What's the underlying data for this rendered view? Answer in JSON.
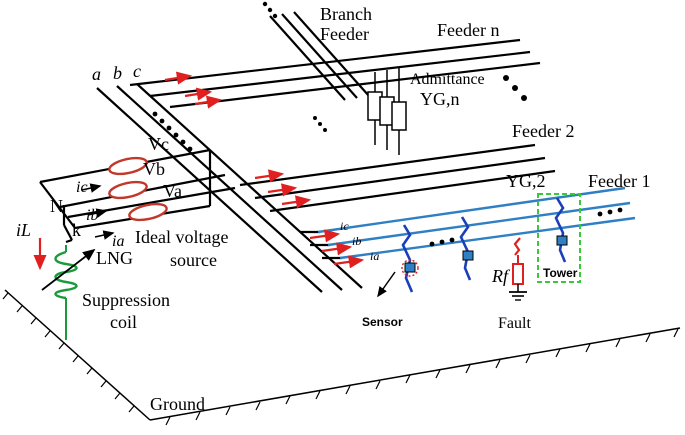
{
  "labels": {
    "phase_a": "a",
    "phase_b": "b",
    "phase_c": "c",
    "branch_feeder_1": "Branch",
    "branch_feeder_2": "Feeder",
    "feeder_n": "Feeder n",
    "admittance": "Admittance",
    "y_gn": "YG,n",
    "feeder_2": "Feeder 2",
    "y_g2": "YG,2",
    "feeder_1": "Feeder 1",
    "vc": "Vc",
    "vb": "Vb",
    "va": "Va",
    "ic": "ic",
    "ib": "ib",
    "ia": "ia",
    "neutral": "N",
    "k": "k",
    "il": "iL",
    "lng": "LNG",
    "ideal_source_1": "Ideal voltage",
    "ideal_source_2": "source",
    "suppression_1": "Suppression",
    "suppression_2": "coil",
    "ground": "Ground",
    "sensor": "Sensor",
    "fault": "Fault",
    "rf": "Rf",
    "tower": "Tower",
    "f1_ic": "ic",
    "f1_ib": "ib",
    "f1_ia": "ia"
  },
  "colors": {
    "line": "#000000",
    "feeder1": "#2f7fc4",
    "current_arrow": "#e02020",
    "source": "#c0392b",
    "coil_green": "#1a9a3a",
    "tower_box": "#39c839"
  }
}
